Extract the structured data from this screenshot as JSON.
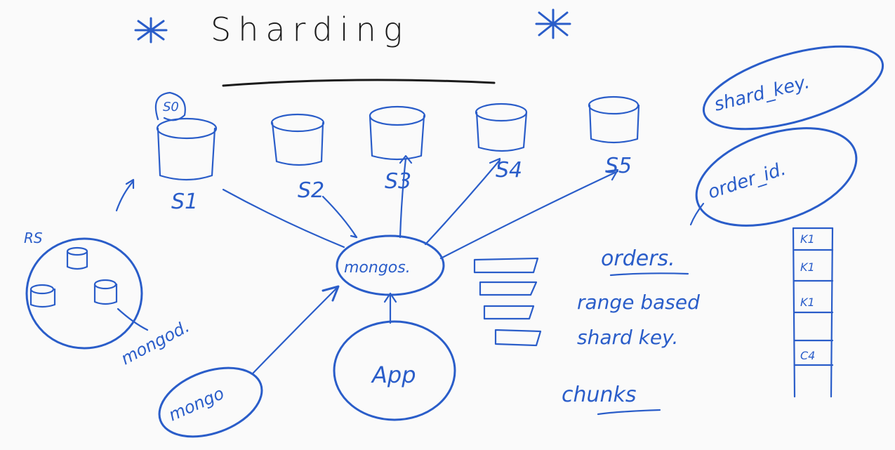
{
  "title": "Sharding",
  "shard_labels": [
    "S1",
    "S2",
    "S3",
    "S4",
    "S5"
  ],
  "s0_label": "S0",
  "replica_set_label": "RS",
  "mongod_label": "mongod.",
  "mongos_label": "mongos.",
  "mongo_label": "mongo",
  "app_label": "App",
  "shard_key_label": "shard_key.",
  "order_id_label": "order_id.",
  "orders_label": "orders.",
  "range_based_label": "range based",
  "shard_key_text": "shard key.",
  "chunks_label": "chunks",
  "chunk_cells": [
    "K1",
    "K1",
    "K1",
    "C4"
  ],
  "colors": {
    "ink": "#2a5dc9",
    "title_ink": "#1b1b1b",
    "board": "#fafafa"
  }
}
